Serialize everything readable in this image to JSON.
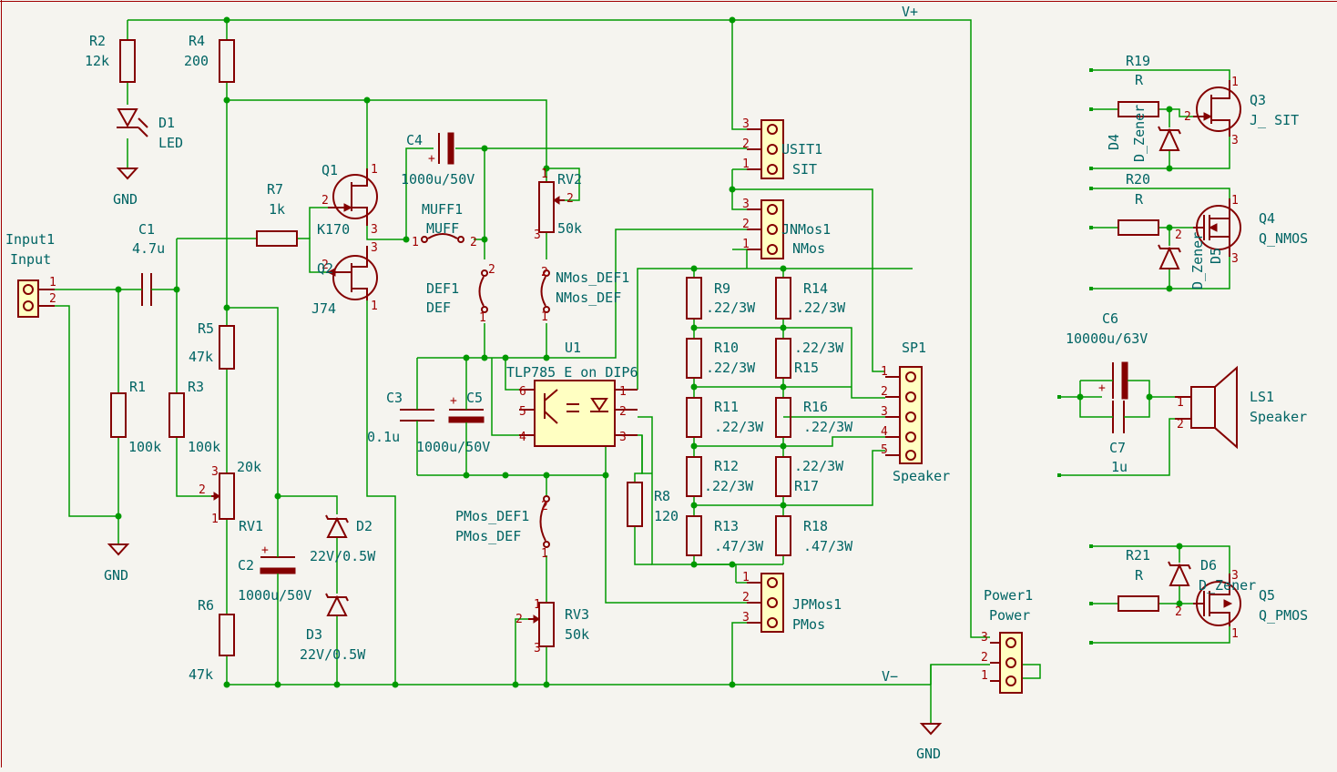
{
  "power_nets": {
    "vplus": "V+",
    "vminus": "V−",
    "gnd": "GND"
  },
  "components": {
    "r2": {
      "ref": "R2",
      "value": "12k"
    },
    "r4": {
      "ref": "R4",
      "value": "200"
    },
    "d1": {
      "ref": "D1",
      "value": "LED"
    },
    "input1": {
      "ref": "Input1",
      "value": "Input"
    },
    "c1": {
      "ref": "C1",
      "value": "4.7u"
    },
    "r1": {
      "ref": "R1",
      "value": "100k"
    },
    "r3": {
      "ref": "R3",
      "value": "100k"
    },
    "r5": {
      "ref": "R5",
      "value": "47k"
    },
    "r6": {
      "ref": "R6",
      "value": "47k"
    },
    "rv1": {
      "ref": "RV1",
      "value": "20k"
    },
    "c2": {
      "ref": "C2",
      "value": "1000u/50V"
    },
    "d2": {
      "ref": "D2",
      "value": "22V/0.5W"
    },
    "d3": {
      "ref": "D3",
      "value": "22V/0.5W"
    },
    "r7": {
      "ref": "R7",
      "value": "1k"
    },
    "q1": {
      "ref": "Q1",
      "value": "K170"
    },
    "q2": {
      "ref": "Q2",
      "value": "J74"
    },
    "c4": {
      "ref": "C4",
      "value": "1000u/50V"
    },
    "muff1": {
      "ref": "MUFF1",
      "value": "MUFF"
    },
    "def1": {
      "ref": "DEF1",
      "value": "DEF"
    },
    "rv2": {
      "ref": "RV2",
      "value": "50k"
    },
    "nmos_def1": {
      "ref": "NMos_DEF1",
      "value": "NMos_DEF"
    },
    "u1": {
      "ref": "U1",
      "value": "TLP785 E on DIP6"
    },
    "c3": {
      "ref": "C3",
      "value": "0.1u"
    },
    "c5": {
      "ref": "C5",
      "value": "1000u/50V"
    },
    "pmos_def1": {
      "ref": "PMos_DEF1",
      "value": "PMos_DEF"
    },
    "rv3": {
      "ref": "RV3",
      "value": "50k"
    },
    "r8": {
      "ref": "R8",
      "value": "120"
    },
    "usit1": {
      "ref": "USIT1",
      "value": "SIT"
    },
    "jnmos1": {
      "ref": "JNMos1",
      "value": "NMos"
    },
    "jpmos1": {
      "ref": "JPMos1",
      "value": "PMos"
    },
    "r9": {
      "ref": "R9",
      "value": ".22/3W"
    },
    "r10": {
      "ref": "R10",
      "value": ".22/3W"
    },
    "r11": {
      "ref": "R11",
      "value": ".22/3W"
    },
    "r12": {
      "ref": "R12",
      "value": ".22/3W"
    },
    "r13": {
      "ref": "R13",
      "value": ".47/3W"
    },
    "r14": {
      "ref": "R14",
      "value": ".22/3W"
    },
    "r15": {
      "ref": "R15",
      "value": ".22/3W"
    },
    "r16": {
      "ref": "R16",
      "value": ".22/3W"
    },
    "r17": {
      "ref": "R17",
      "value": ".22/3W"
    },
    "r18": {
      "ref": "R18",
      "value": ".47/3W"
    },
    "sp1": {
      "ref": "SP1",
      "value": "Speaker"
    },
    "power1": {
      "ref": "Power1",
      "value": "Power"
    },
    "r19": {
      "ref": "R19",
      "value": "R"
    },
    "r20": {
      "ref": "R20",
      "value": "R"
    },
    "r21": {
      "ref": "R21",
      "value": "R"
    },
    "q3": {
      "ref": "Q3",
      "value": "J_ SIT"
    },
    "q4": {
      "ref": "Q4",
      "value": "Q_NMOS"
    },
    "q5": {
      "ref": "Q5",
      "value": "Q_PMOS"
    },
    "d4": {
      "ref": "D4",
      "value": "D_Zener"
    },
    "d5": {
      "ref": "D5",
      "value": "D_Zener"
    },
    "d6": {
      "ref": "D6",
      "value": "D_Zener"
    },
    "c6": {
      "ref": "C6",
      "value": "10000u/63V"
    },
    "c7": {
      "ref": "C7",
      "value": "1u"
    },
    "ls1": {
      "ref": "LS1",
      "value": "Speaker"
    }
  },
  "pin_numbers": [
    "1",
    "2",
    "3",
    "4",
    "5",
    "6"
  ]
}
